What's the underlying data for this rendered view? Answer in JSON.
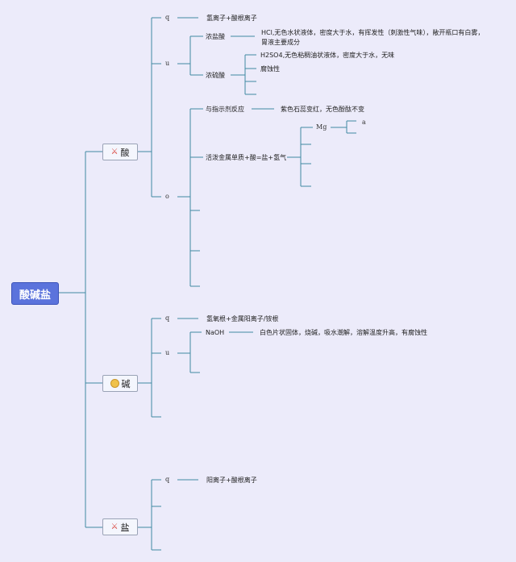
{
  "root": {
    "label": "酸碱盐"
  },
  "acid": {
    "title": "酸",
    "icon": "rocket-icon",
    "markers": [
      "q",
      "u",
      "o"
    ],
    "definition": "氢离子+酸根离子",
    "hcl": {
      "name": "浓盐酸",
      "desc_line1": "HCl,无色水状液体，密度大于水，有挥发性（刺激性气味），敞开瓶口有白雾，",
      "desc_line2": "胃液主要成分"
    },
    "h2so4": {
      "name": "浓硫酸",
      "desc": "H2SO4,无色粘稠油状液体，密度大于水，无味",
      "prop": "腐蚀性"
    },
    "indicator": {
      "label": "与指示剂反应",
      "result": "紫色石蕊变红，无色酚酞不变"
    },
    "metal": {
      "label": "活泼金属单质+酸=盐+氢气",
      "mg": "Mg",
      "a": "a"
    }
  },
  "base": {
    "title": "碱",
    "icon": "cookie-icon",
    "markers": [
      "q",
      "u"
    ],
    "definition": "氢氧根+金属阳离子/铵根",
    "naoh": {
      "name": "NaOH",
      "desc": "白色片状固体，烧碱，吸水潮解，溶解温度升高，有腐蚀性"
    }
  },
  "salt": {
    "title": "盐",
    "icon": "rocket-icon",
    "markers": [
      "q"
    ],
    "definition": "阳离子+酸根离子"
  }
}
